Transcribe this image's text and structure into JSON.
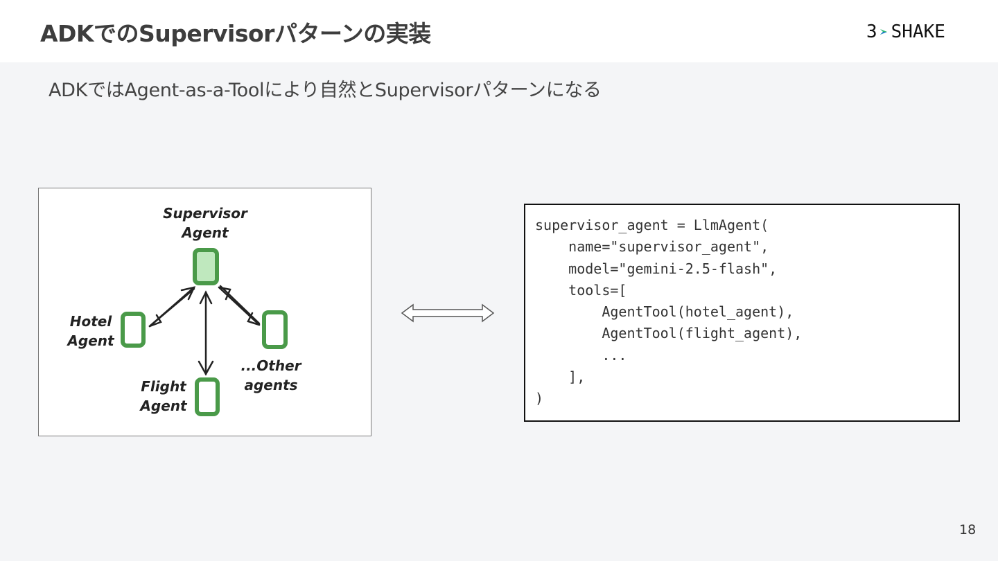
{
  "slide": {
    "title": "ADKでのSupervisorパターンの実装",
    "subtitle": "ADKではAgent-as-a-Toolにより自然とSupervisorパターンになる",
    "page_number": "18"
  },
  "logo": {
    "left": "3",
    "right": "SHAKE",
    "accent_green": "#2bb673",
    "accent_blue": "#1e7ac8"
  },
  "diagram": {
    "supervisor_line1": "Supervisor",
    "supervisor_line2": "Agent",
    "hotel_line1": "Hotel",
    "hotel_line2": "Agent",
    "flight_line1": "Flight",
    "flight_line2": "Agent",
    "other_line1": "...Other",
    "other_line2": "agents",
    "node_stroke": "#4a9a49",
    "node_fill_supervisor": "#bfe8be"
  },
  "code": {
    "lines": [
      "supervisor_agent = LlmAgent(",
      "    name=\"supervisor_agent\",",
      "    model=\"gemini-2.5-flash\",",
      "    tools=[",
      "        AgentTool(hotel_agent),",
      "        AgentTool(flight_agent),",
      "        ...",
      "    ],",
      ")"
    ]
  }
}
